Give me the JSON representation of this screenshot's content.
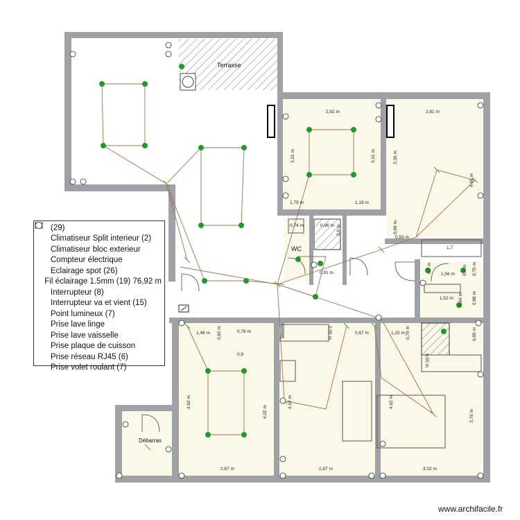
{
  "plan": {
    "room_labels": {
      "terrace": "Terrasse",
      "wc": "WC",
      "storage": "Débarras"
    },
    "dimensions": [
      "2,92 m",
      "2,81 m",
      "3,31 m",
      "3,31 m",
      "3,36 m",
      "4,65 m",
      "1,79 m",
      "1,19 m",
      "0,74 m",
      "0,96 m",
      "0,93 m",
      "0,98 m",
      "0,91 m",
      "1,56 m",
      "0,9",
      "1,48 m",
      "0,82 m",
      "0,78 m",
      "0,67 m",
      "1,15 m",
      "0,79 m",
      "0,85 m",
      "0,7 m",
      "0,75 m",
      "1,52 m",
      "0,66 m",
      "0,88 m",
      "4,62 m",
      "4,62 m",
      "4,62 m",
      "4,02 m",
      "3,79 m",
      "2,87 m",
      "2,87 m",
      "3,02 m",
      "0,55 m",
      "0,55 m",
      "0,9 m",
      "0,7 m",
      "1,7"
    ],
    "colors": {
      "wall": "#9ea2a6",
      "floor": "#fbf8e8",
      "wire": "#a0704a",
      "spot": "#1f9a2a",
      "switch": "#4caf50",
      "hatch": "#777777"
    }
  },
  "legend": {
    "items": [
      {
        "icon": "blank",
        "label": "(29)"
      },
      {
        "icon": "split-ac-icon",
        "label": "Climatiseur Split interieur (2)"
      },
      {
        "icon": "outdoor-ac-icon",
        "label": "Climatiseur bloc exterieur"
      },
      {
        "icon": "meter-icon",
        "label": "Compteur électrique"
      },
      {
        "icon": "spot-icon",
        "label": "Eclairage spot (26)"
      },
      {
        "icon": "wire-icon",
        "label": "Fil éclairage 1.5mm (19) 76,92 m"
      },
      {
        "icon": "switch-icon",
        "label": "Interrupteur (8)"
      },
      {
        "icon": "two-way-switch-icon",
        "label": "Interrupteur va et vient (15)"
      },
      {
        "icon": "light-point-icon",
        "label": "Point lumineux (7)"
      },
      {
        "icon": "socket-icon",
        "label": "Prise lave linge"
      },
      {
        "icon": "socket-icon",
        "label": "Prise lave vaisselle"
      },
      {
        "icon": "socket-icon",
        "label": "Prise plaque de cuisson"
      },
      {
        "icon": "socket-icon",
        "label": "Prise réseau RJ45 (6)"
      },
      {
        "icon": "socket-icon",
        "label": "Prise volet roulant (7)"
      }
    ]
  },
  "footer": {
    "watermark": "www.archifacile.fr"
  }
}
